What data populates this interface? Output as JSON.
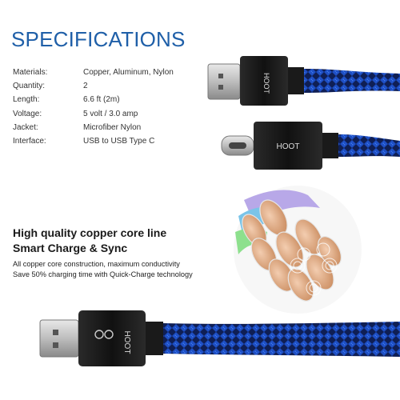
{
  "heading": "SPECIFICATIONS",
  "specs": [
    {
      "label": "Materials:",
      "value": "Copper, Aluminum, Nylon"
    },
    {
      "label": "Quantity:",
      "value": "2"
    },
    {
      "label": "Length:",
      "value": "6.6 ft  (2m)"
    },
    {
      "label": "Voltage:",
      "value": "5 volt / 3.0 amp"
    },
    {
      "label": "Jacket:",
      "value": "Microfiber Nylon"
    },
    {
      "label": "Interface:",
      "value": "USB to USB Type C"
    }
  ],
  "feature": {
    "line1": "High quality copper core line",
    "line2": "Smart Charge & Sync",
    "desc1": "All copper core construction, maximum conductivity",
    "desc2": "Save 50% charging time with Quick-Charge technology"
  },
  "brand": "HOOT",
  "colors": {
    "title_blue": "#1f5fa8",
    "braid_blue": "#1e4fc4",
    "braid_dark": "#101a3a",
    "housing": "#1c1c1c",
    "copper": "#d8a27a"
  }
}
